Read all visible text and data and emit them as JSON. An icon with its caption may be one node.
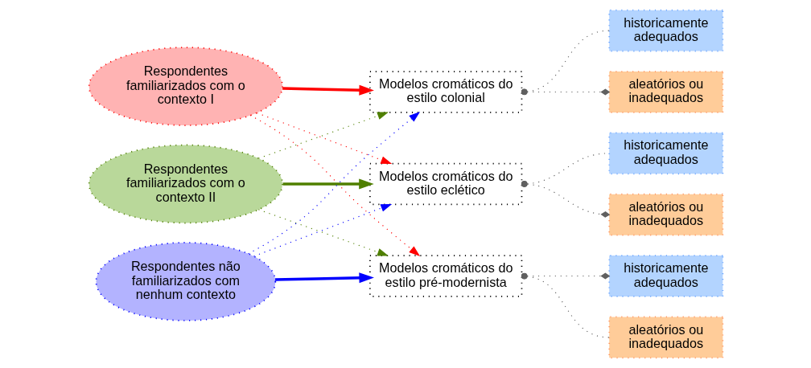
{
  "diagram": {
    "nodes": [
      {
        "text": [
          "Respondentes familiarizados com o contexto I"
        ]
      },
      {
        "text": [
          "Respondentes familiarizados com o contexto II"
        ]
      },
      {
        "text": [
          "Respondentes não familiarizados com nenhum contexto"
        ]
      },
      {
        "text": [
          "Modelos cromáticos do estilo colonial"
        ]
      },
      {
        "text": [
          "Modelos cromáticos do estilo eclético"
        ]
      },
      {
        "text": [
          "Modelos cromáticos do estilo pré-modernista"
        ]
      },
      {
        "text": [
          "historicamente adequados"
        ]
      },
      {
        "text": [
          "aleatórios ou inadequados"
        ]
      },
      {
        "text": [
          "historicamente adequados"
        ]
      },
      {
        "text": [
          "aleatórios ou inadequados"
        ]
      },
      {
        "text": [
          "historicamente adequados"
        ]
      },
      {
        "text": [
          "aleatórios ou inadequados"
        ]
      }
    ],
    "edges": [
      {
        "from": 0,
        "to": 3,
        "arrow": "to",
        "style": "thick",
        "color": "#ff0000"
      },
      {
        "from": 0,
        "to": 4,
        "arrow": "to",
        "style": "dashed",
        "color": "#ff0000"
      },
      {
        "from": 0,
        "to": 5,
        "arrow": "to",
        "style": "dashed",
        "color": "#ff0000"
      },
      {
        "from": 1,
        "to": 3,
        "arrow": "to",
        "style": "dashed",
        "color": "#4f7f00"
      },
      {
        "from": 1,
        "to": 4,
        "arrow": "to",
        "style": "thick",
        "color": "#4f7f00"
      },
      {
        "from": 1,
        "to": 5,
        "arrow": "to",
        "style": "dashed",
        "color": "#4f7f00"
      },
      {
        "from": 2,
        "to": 3,
        "arrow": "to",
        "style": "dashed",
        "color": "#0000ff"
      },
      {
        "from": 2,
        "to": 4,
        "arrow": "to",
        "style": "dashed",
        "color": "#0000ff"
      },
      {
        "from": 2,
        "to": 5,
        "arrow": "to",
        "style": "thick",
        "color": "#0000ff"
      },
      {
        "from": 3,
        "to": 6,
        "arrow": "other",
        "style": "dashed",
        "color": "#606060"
      },
      {
        "from": 3,
        "to": 7,
        "arrow": "other",
        "style": "dashed",
        "color": "#606060"
      },
      {
        "from": 4,
        "to": 8,
        "arrow": "other",
        "style": "dashed",
        "color": "#606060"
      },
      {
        "from": 4,
        "to": 9,
        "arrow": "other",
        "style": "dashed",
        "color": "#606060"
      },
      {
        "from": 5,
        "to": 10,
        "arrow": "other",
        "style": "dashed",
        "color": "#606060"
      },
      {
        "from": 5,
        "to": 11,
        "arrow": "other",
        "style": "dashed",
        "color": "#606060"
      }
    ]
  }
}
